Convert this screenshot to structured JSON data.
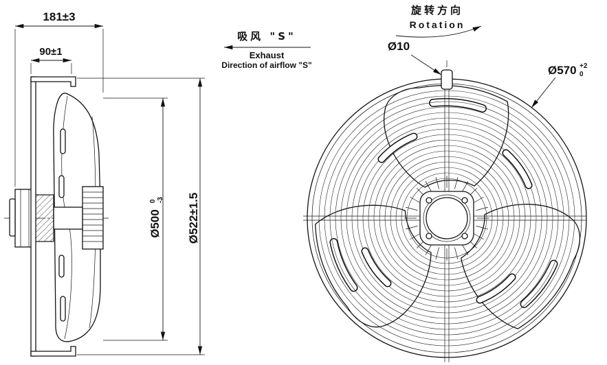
{
  "drawing": {
    "side_view": {
      "dim_overall_depth": "181±3",
      "dim_plate_depth": "90±1",
      "dim_impeller": {
        "label": "Ø500",
        "tol_top": "0",
        "tol_bottom": "-3"
      },
      "dim_guard": "Ø522±1.5"
    },
    "airflow": {
      "cn": "吸风 \"S\"",
      "en": "Exhaust",
      "direction": "Direction of airflow \"S\""
    },
    "front_view": {
      "rotation_cn": "旋转方向",
      "rotation_en": "Rotation",
      "dim_hole": "Ø10",
      "dim_outer": {
        "label": "Ø570",
        "tol_top": "+2",
        "tol_bottom": "0"
      }
    }
  }
}
